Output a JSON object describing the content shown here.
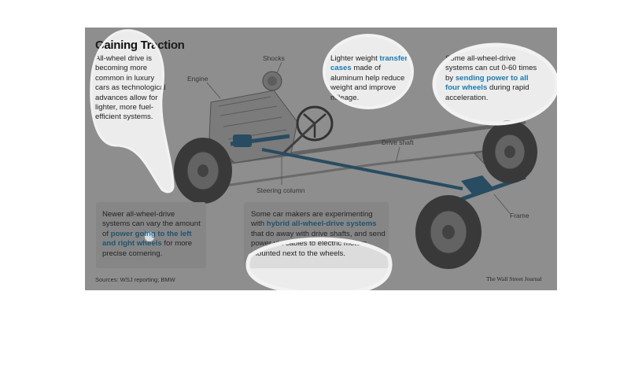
{
  "title": "Gaining Traction",
  "intro": "All-wheel drive is becoming more common in luxury cars as technological advances allow for lighter, more fuel-efficient systems.",
  "note_transfer": {
    "pre": "Lighter weight ",
    "hl": "transfer cases",
    "post": " made of aluminum help reduce weight and improve mileage."
  },
  "note_power": {
    "pre": "Some all-wheel-drive systems can cut 0-60 times by ",
    "hl": "sending power to all four wheels",
    "post": " during rapid acceleration."
  },
  "note_leftright": {
    "pre": "Newer all-wheel-drive systems can vary the amount of ",
    "hl": "power going to the left and right wheels",
    "post": " for more precise cornering."
  },
  "note_hybrid": {
    "pre": "Some car makers are experimenting with ",
    "hl": "hybrid all-wheel-drive systems",
    "post": " that do away with drive shafts, and send power via cables to electric motors mounted next to the wheels."
  },
  "labels": {
    "shocks": "Shocks",
    "engine": "Engine",
    "drive_shaft": "Drive shaft",
    "steering_column": "Steering column",
    "frame": "Frame"
  },
  "source": "Sources: WSJ reporting; BMW",
  "credit": "The Wall Street Journal",
  "colors": {
    "highlight": "#1a7bb0",
    "drivetrain": "#2a6d96",
    "panel": "#ececec"
  }
}
